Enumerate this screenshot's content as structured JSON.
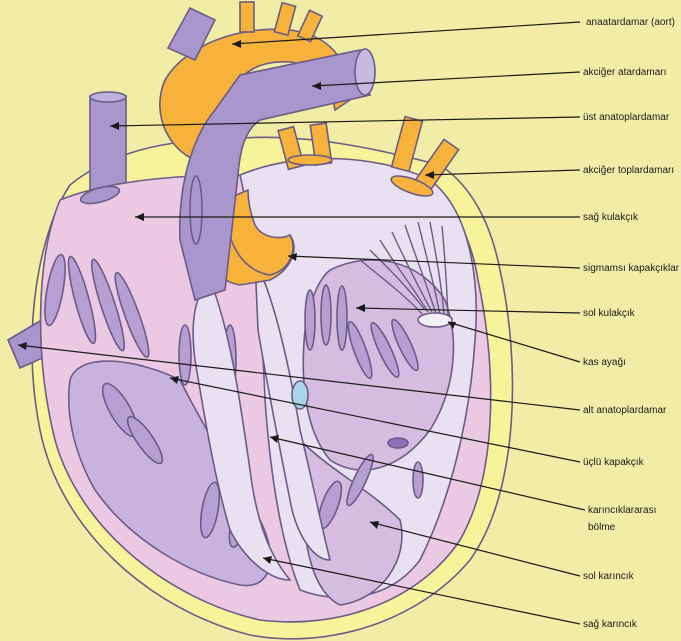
{
  "labels": {
    "aorta": "anaatardamar (aort)",
    "pulmonary_artery": "akciğer atardamarı",
    "superior_vena_cava": "üst anatoplardamar",
    "pulmonary_veins": "akciğer toplardamarı",
    "right_atrium": "sağ kulakçık",
    "semilunar_valves": "sigmamsı kapakçıklar",
    "left_atrium": "sol kulakçık",
    "papillary_muscle": "kas ayağı",
    "inferior_vena_cava": "alt anatoplardamar",
    "tricuspid_valve": "üçlü kapakçık",
    "septum_line1": "karıncıklararası",
    "septum_line2": "bölme",
    "left_ventricle": "sol karıncık",
    "right_ventricle": "sağ karıncık"
  },
  "colors": {
    "background": "#F1EDA6",
    "heart_outer": "#F7F39A",
    "heart_pink": "#EBC9E3",
    "heart_lavender": "#D4BDE0",
    "heart_light": "#E9E1F1",
    "vein_purple": "#A896CC",
    "vessel_orange": "#F7B23C",
    "outline": "#6b5b87",
    "leader": "#1a1a1a"
  }
}
